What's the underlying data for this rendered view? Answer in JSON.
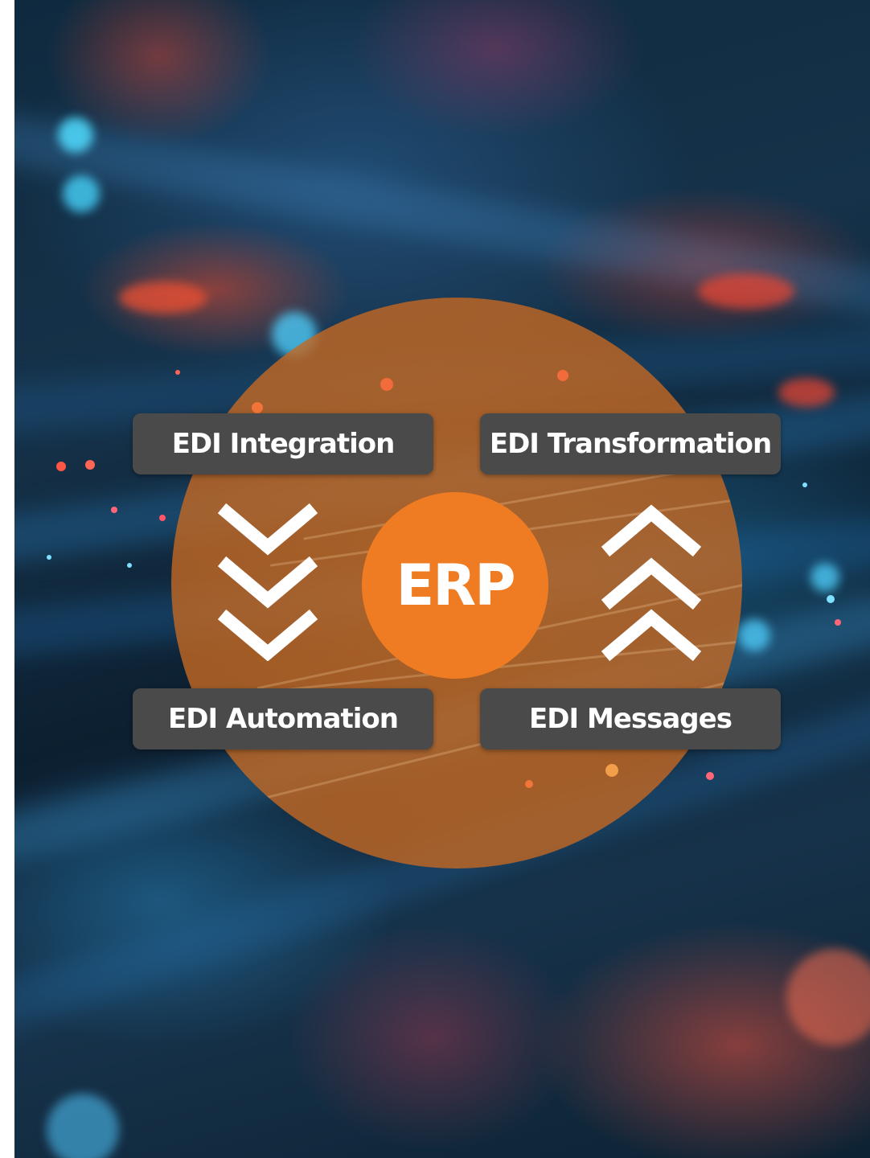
{
  "diagram": {
    "center_label": "ERP",
    "boxes": {
      "top_left": "EDI Integration",
      "top_right": "EDI Transformation",
      "bottom_left": "EDI Automation",
      "bottom_right": "EDI Messages"
    },
    "left_arrows": {
      "direction": "down",
      "count": 3
    },
    "right_arrows": {
      "direction": "up",
      "count": 3
    }
  },
  "colors": {
    "erp_circle": "#ef7c22",
    "disc": "#c66a24",
    "label_box": "#4a4a4b",
    "text": "#ffffff"
  }
}
